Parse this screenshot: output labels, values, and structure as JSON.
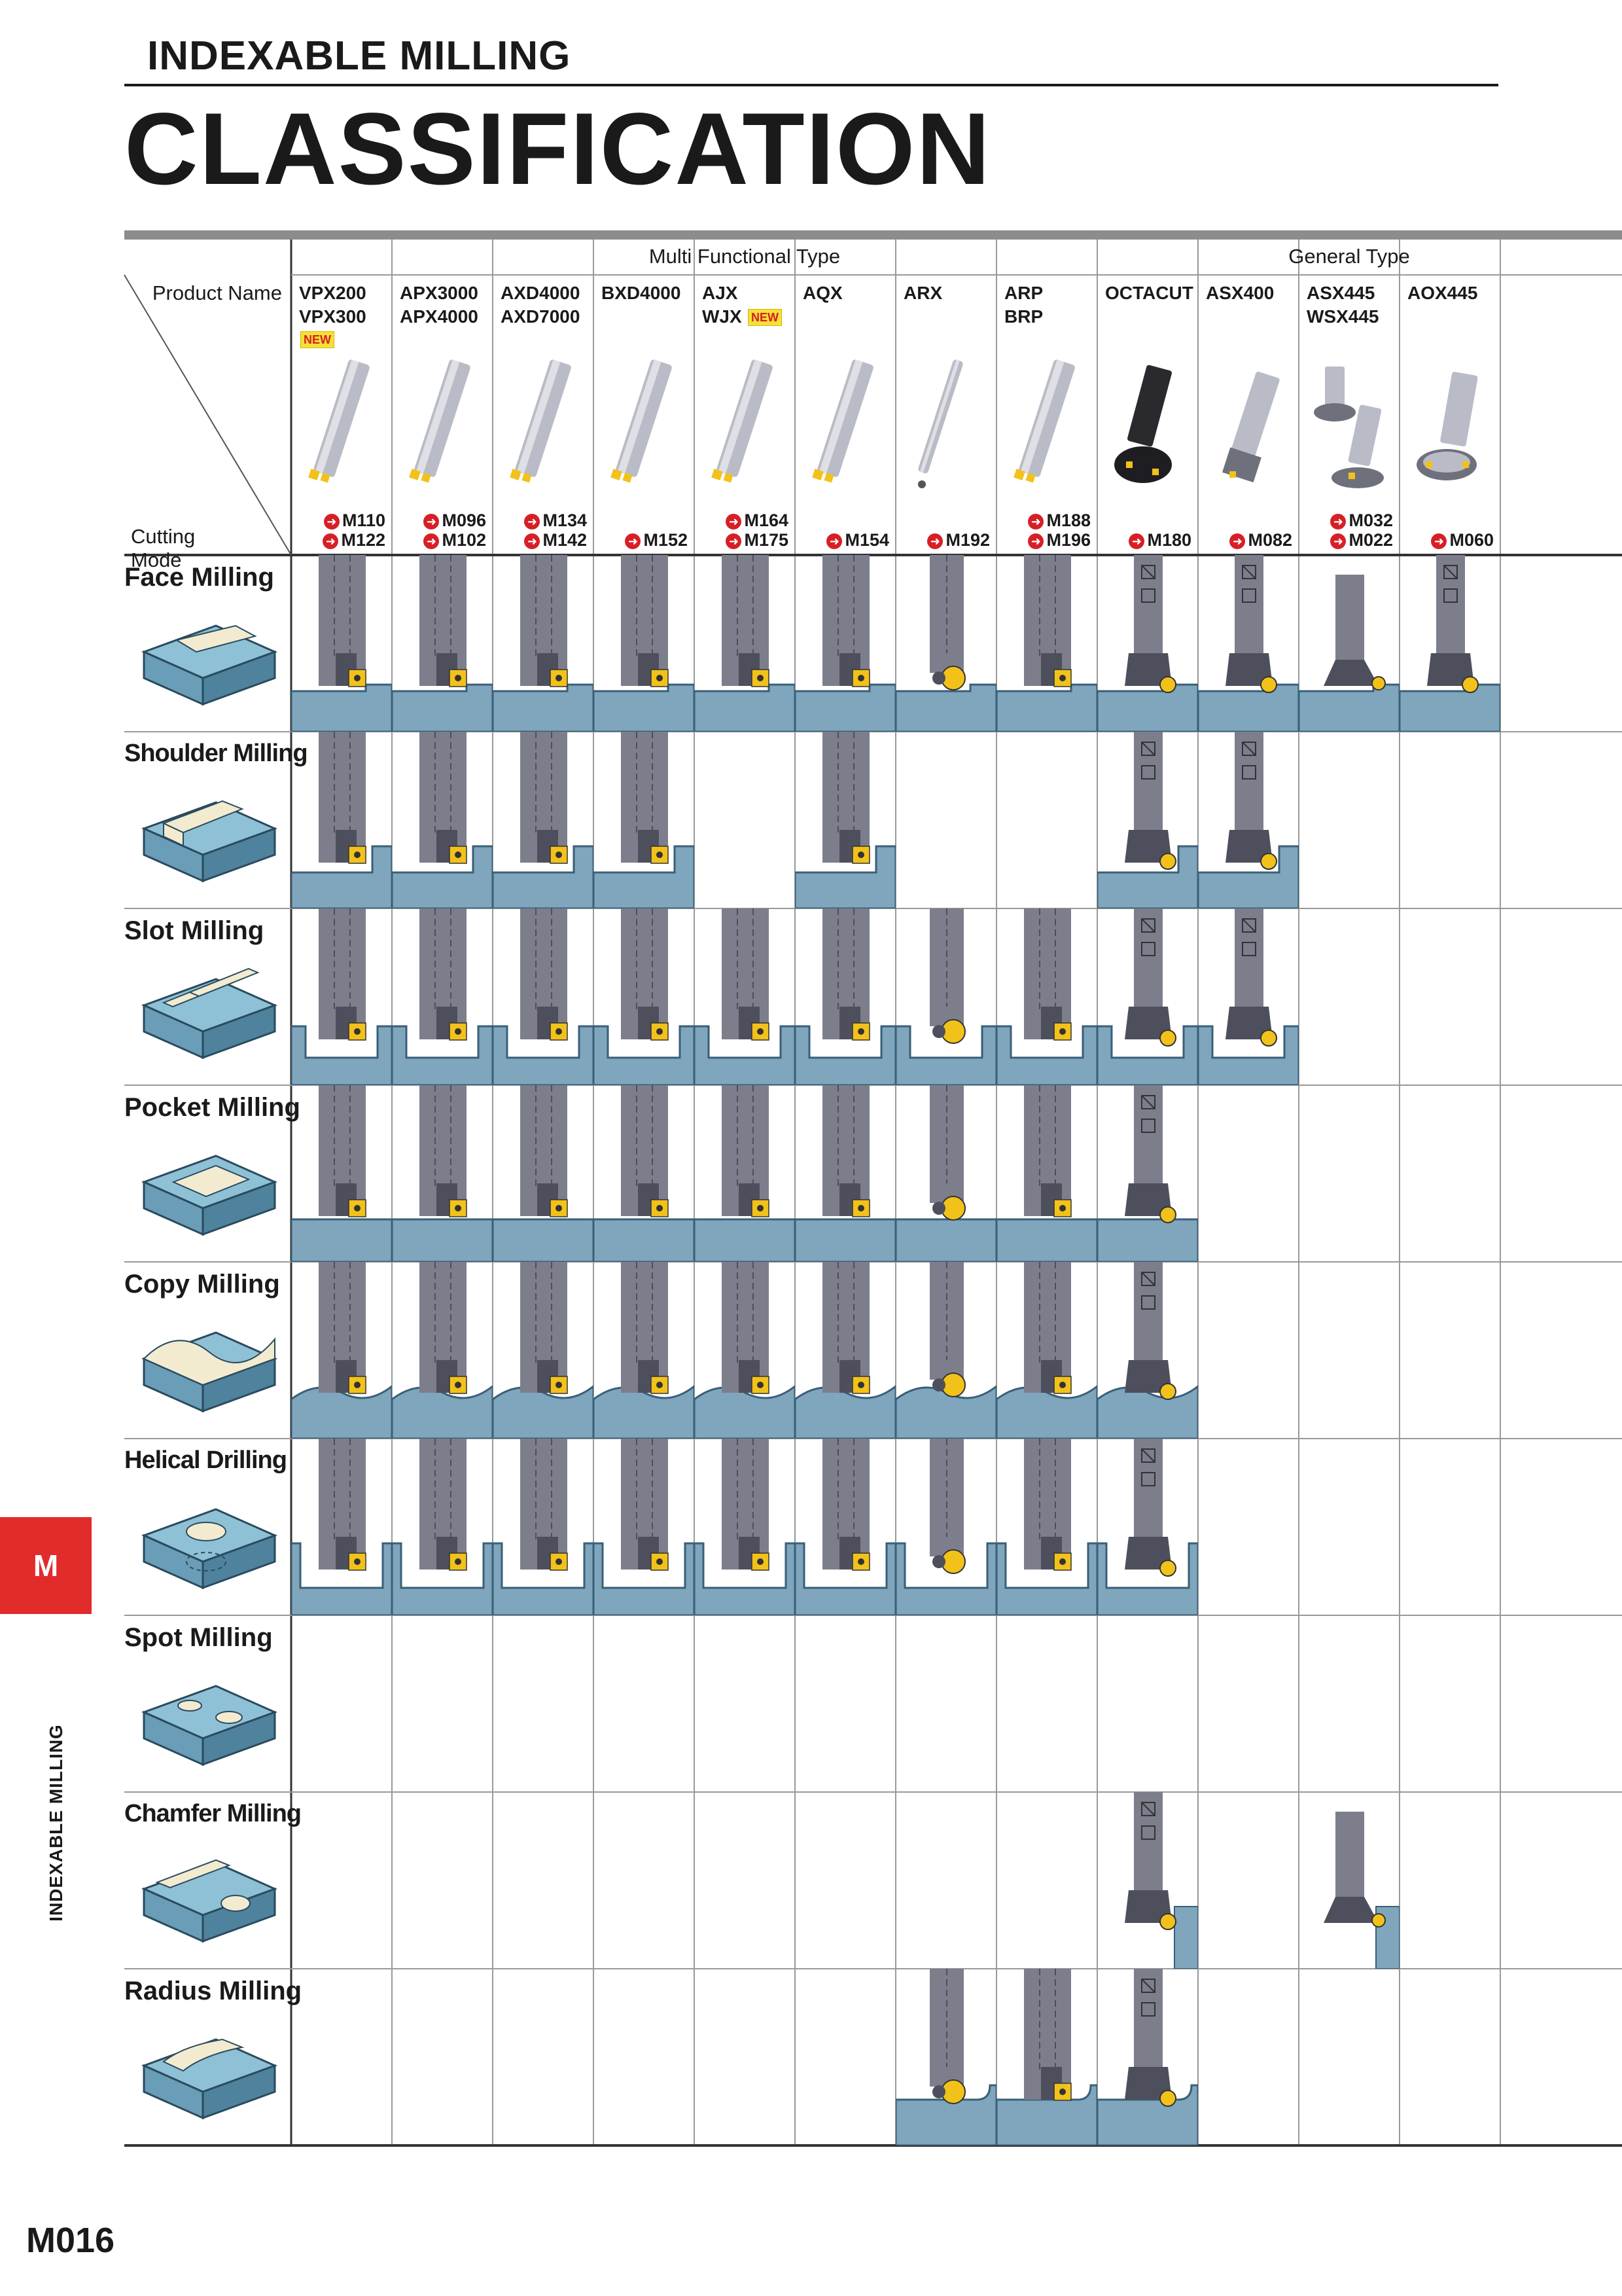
{
  "header": {
    "section_title": "INDEXABLE MILLING",
    "page_title": "CLASSIFICATION"
  },
  "table": {
    "groups": [
      {
        "label": "Multi Functional Type",
        "span": 9
      },
      {
        "label": "General Type",
        "span": 3
      }
    ],
    "header_labels": {
      "product_name": "Product Name",
      "cutting_mode": "Cutting Mode"
    },
    "new_badge_label": "NEW",
    "products": [
      {
        "names": [
          "VPX200",
          "VPX300"
        ],
        "new": true,
        "refs": [
          "M110",
          "M122"
        ],
        "holder": "ex"
      },
      {
        "names": [
          "APX3000",
          "APX4000"
        ],
        "new": false,
        "refs": [
          "M096",
          "M102"
        ],
        "holder": "ex"
      },
      {
        "names": [
          "AXD4000",
          "AXD7000"
        ],
        "new": false,
        "refs": [
          "M134",
          "M142"
        ],
        "holder": "ex"
      },
      {
        "names": [
          "BXD4000"
        ],
        "new": false,
        "refs": [
          "M152"
        ],
        "holder": "ex"
      },
      {
        "names": [
          "AJX",
          "WJX"
        ],
        "new": true,
        "refs": [
          "M164",
          "M175"
        ],
        "holder": "ex"
      },
      {
        "names": [
          "AQX"
        ],
        "new": false,
        "refs": [
          "M154"
        ],
        "holder": "ex"
      },
      {
        "names": [
          "ARX"
        ],
        "new": false,
        "refs": [
          "M192"
        ],
        "holder": "thin"
      },
      {
        "names": [
          "ARP",
          "BRP"
        ],
        "new": false,
        "refs": [
          "M188",
          "M196"
        ],
        "holder": "ex"
      },
      {
        "names": [
          "OCTACUT"
        ],
        "new": false,
        "refs": [
          "M180"
        ],
        "holder": "face"
      },
      {
        "names": [
          "ASX400"
        ],
        "new": false,
        "refs": [
          "M082"
        ],
        "holder": "face"
      },
      {
        "names": [
          "ASX445",
          "WSX445"
        ],
        "new": false,
        "refs": [
          "M032",
          "M022"
        ],
        "holder": "face"
      },
      {
        "names": [
          "AOX445"
        ],
        "new": false,
        "refs": [
          "M060"
        ],
        "holder": "face"
      }
    ],
    "modes": [
      {
        "label": "Face Milling",
        "icon": "face-milling-icon",
        "cells": [
          "face-ex",
          "face-ex",
          "face-ex",
          "face-ex",
          "face-ex",
          "face-ex",
          "face-ball",
          "face-ex",
          "face-face",
          "face-face",
          "face-chamf",
          "face-face"
        ]
      },
      {
        "label": "Shoulder Milling",
        "icon": "shoulder-milling-icon",
        "cells": [
          "shoulder-ex",
          "shoulder-ex",
          "shoulder-ex",
          "shoulder-ex",
          "",
          "shoulder-ex",
          "",
          "",
          "shoulder-face",
          "shoulder-face",
          "",
          ""
        ]
      },
      {
        "label": "Slot Milling",
        "icon": "slot-milling-icon",
        "cells": [
          "slot-ex",
          "slot-ex",
          "slot-ex",
          "slot-ex",
          "slot-ex",
          "slot-ex",
          "slot-ball",
          "slot-ex",
          "slot-face",
          "slot-face",
          "",
          ""
        ]
      },
      {
        "label": "Pocket Milling",
        "icon": "pocket-milling-icon",
        "cells": [
          "pocket-ex",
          "pocket-ex",
          "pocket-ex",
          "pocket-ex",
          "pocket-ex",
          "pocket-ex",
          "pocket-ball",
          "pocket-ex",
          "pocket-face",
          "",
          "",
          ""
        ]
      },
      {
        "label": "Copy Milling",
        "icon": "copy-milling-icon",
        "cells": [
          "copy-ex",
          "copy-ex",
          "copy-ex",
          "copy-ex",
          "copy-ex",
          "copy-ex",
          "copy-ball",
          "copy-ex",
          "copy-face",
          "",
          "",
          ""
        ]
      },
      {
        "label": "Helical Drilling",
        "icon": "helical-drilling-icon",
        "cells": [
          "helical-ex",
          "helical-ex",
          "helical-ex",
          "helical-ex",
          "helical-ex",
          "helical-ex",
          "helical-ball",
          "helical-ex",
          "helical-face",
          "",
          "",
          ""
        ]
      },
      {
        "label": "Spot Milling",
        "icon": "spot-milling-icon",
        "cells": [
          "",
          "",
          "",
          "",
          "",
          "",
          "",
          "",
          "",
          "",
          "",
          ""
        ]
      },
      {
        "label": "Chamfer Milling",
        "icon": "chamfer-milling-icon",
        "cells": [
          "",
          "",
          "",
          "",
          "",
          "",
          "",
          "",
          "chamfer-face",
          "",
          "chamfer-chamf",
          ""
        ]
      },
      {
        "label": "Radius Milling",
        "icon": "radius-milling-icon",
        "cells": [
          "",
          "",
          "",
          "",
          "",
          "",
          "radius-ball",
          "radius-ex",
          "radius-face",
          "",
          "",
          ""
        ]
      }
    ]
  },
  "side_tab": {
    "letter": "M",
    "caption": "INDEXABLE MILLING"
  },
  "page_number": "M016",
  "colors": {
    "work": "#7fa6bd",
    "work_edge": "#3a5f78",
    "tool": "#7c7e8c",
    "tool_dark": "#4d4f5c",
    "insert": "#f2c21a",
    "grid": "#999999",
    "accent_red": "#d71f26"
  }
}
